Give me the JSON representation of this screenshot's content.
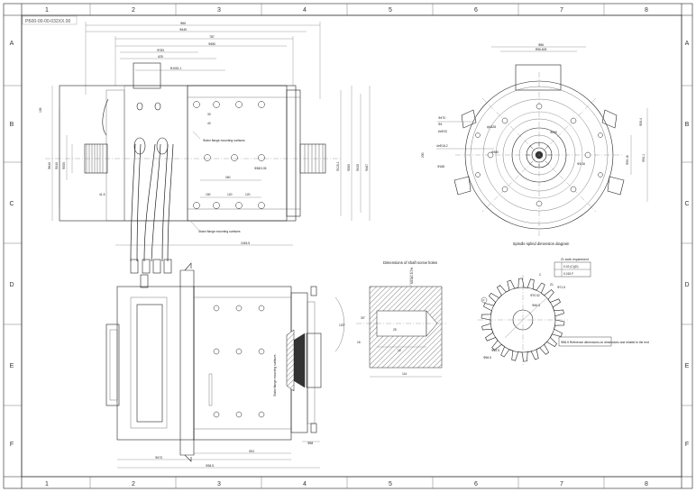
{
  "sheet": {
    "stamp": "РБ00-00-00-032ХХ.00",
    "columns": [
      "1",
      "2",
      "3",
      "4",
      "5",
      "6",
      "7",
      "8"
    ],
    "rows": [
      "A",
      "B",
      "C",
      "D",
      "E",
      "F"
    ]
  },
  "top_view": {
    "dims_top": [
      "Ф66",
      "Ф449",
      "787",
      "Ф480",
      "Ф783",
      "625",
      "Ф1051.1"
    ],
    "dims_side": [
      "155",
      "Ф640",
      "Ф240",
      "Ф200"
    ],
    "dims_right": [
      "Ф115.1",
      "Ф260",
      "Ф430",
      "Ф467"
    ],
    "dims_inner": [
      "30",
      "40",
      "41.5",
      "260",
      "150",
      "120",
      "120",
      "Ф38/3.05",
      "1045.5"
    ],
    "notes": [
      "Stator flange mounting surfaces",
      "Stator flange mounting surfaces"
    ]
  },
  "end_view": {
    "dims": [
      "Ф86",
      "Ф96.605",
      "Ф470",
      "Ф4",
      "6xФ33",
      "4xФ18-2",
      "Ф168",
      "ф1828",
      "Ф230",
      "Ф380",
      "Ф3/16",
      "200",
      "Ф29.4",
      "Ф30.16",
      "Ф30.1"
    ],
    "caption": "Spindle splind dimension diagram"
  },
  "bottom_view": {
    "dims": [
      "Ф58",
      "Ф473",
      "Ф31",
      "Ф38.5"
    ],
    "note": "Stator flange mounting surfaces"
  },
  "shaft_section": {
    "title": "Dimensions of shaft screw holes",
    "dims": [
      "M10x1.5-7H",
      "120°",
      "25",
      "30°",
      "16",
      "12",
      "114"
    ]
  },
  "gear": {
    "dims": [
      "Z1",
      "Ф71.5",
      "Ф70.02",
      "Ф46.5",
      "Ф52.5",
      "Ф56.5"
    ],
    "tolerance_rows": [
      "0.02  (C)(D)",
      "0.015   F"
    ],
    "notes": [
      "Z1 tooth requirement",
      "Ф56.5  Reference dimensions on dimensions and related to the end"
    ],
    "labels": [
      "F",
      "C"
    ]
  }
}
